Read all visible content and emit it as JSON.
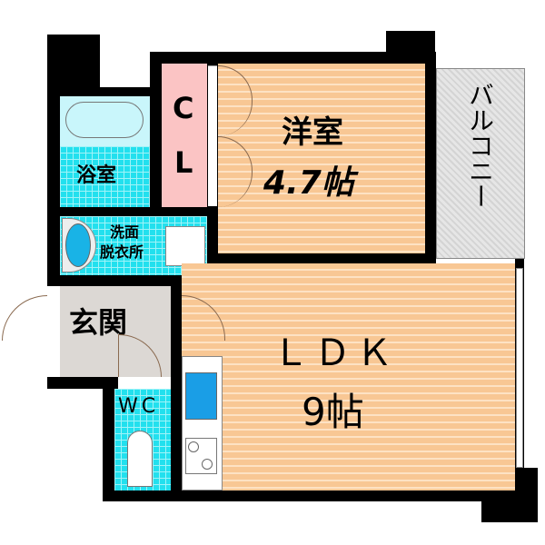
{
  "rooms": {
    "western": {
      "name": "洋室",
      "size": "4.7帖"
    },
    "closet": {
      "line1": "C",
      "line2": "L"
    },
    "balcony": {
      "name": "バルコニー"
    },
    "bath": {
      "name": "浴室"
    },
    "washroom": {
      "line1": "洗面",
      "line2": "脱衣所"
    },
    "entrance": {
      "name": "玄関"
    },
    "wc": {
      "name": "WC"
    },
    "ldk": {
      "name": "ＬＤＫ",
      "size": "9帖"
    }
  },
  "colors": {
    "wood": "#f8c794",
    "tile": "#22e0ee",
    "closet": "#fbc4c4",
    "entrance": "#dcd8d4",
    "balcony": "#d8d8d8"
  }
}
